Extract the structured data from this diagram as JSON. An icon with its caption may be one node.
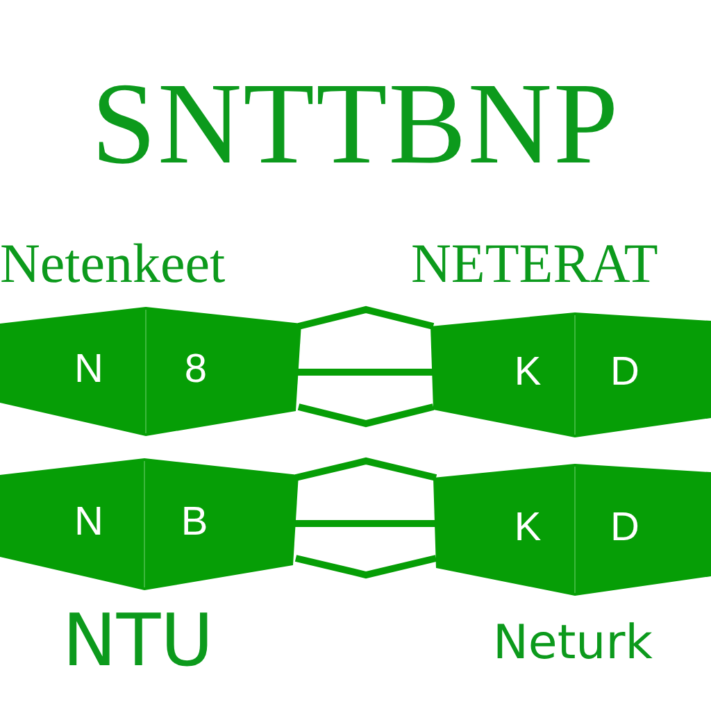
{
  "diagram": {
    "title": "SNTTBNP",
    "nodes": [
      {
        "text": [
          "N",
          "8"
        ]
      },
      {
        "text": [
          "K",
          "D"
        ]
      },
      {
        "text": [
          "N",
          "B"
        ]
      },
      {
        "text": [
          "K",
          "D"
        ]
      }
    ],
    "edges": [
      {
        "from": 0,
        "to": 1,
        "arrow": "none"
      },
      {
        "from": 0,
        "to": 1,
        "arrow": "none"
      },
      {
        "from": 0,
        "to": 1,
        "arrow": "none"
      },
      {
        "from": 2,
        "to": 3,
        "arrow": "none"
      },
      {
        "from": 2,
        "to": 3,
        "arrow": "none"
      },
      {
        "from": 2,
        "to": 3,
        "arrow": "none"
      }
    ],
    "labels": [
      "Netenkeet",
      "NETERAT",
      "NTU",
      "Neturk"
    ]
  }
}
